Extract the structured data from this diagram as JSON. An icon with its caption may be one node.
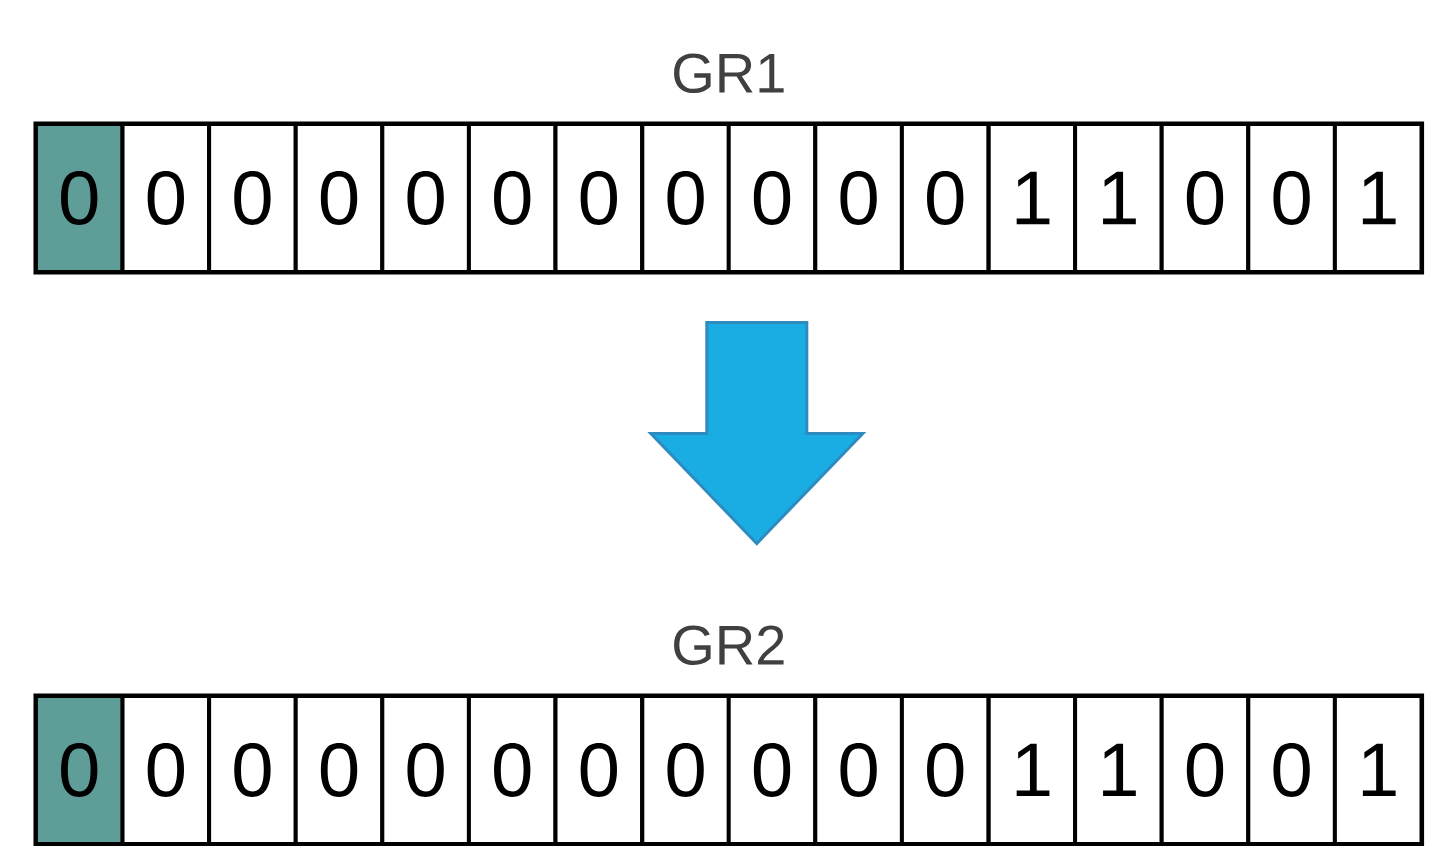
{
  "diagram": {
    "nodes": [
      {
        "text": [
          "GR1"
        ]
      },
      {
        "text": [
          "0"
        ],
        "in": 0
      },
      {
        "text": [
          "0"
        ],
        "in": 0
      },
      {
        "text": [
          "0"
        ],
        "in": 0
      },
      {
        "text": [
          "0"
        ],
        "in": 0
      },
      {
        "text": [
          "0"
        ],
        "in": 0
      },
      {
        "text": [
          "0"
        ],
        "in": 0
      },
      {
        "text": [
          "0"
        ],
        "in": 0
      },
      {
        "text": [
          "0"
        ],
        "in": 0
      },
      {
        "text": [
          "0"
        ],
        "in": 0
      },
      {
        "text": [
          "0"
        ],
        "in": 0
      },
      {
        "text": [
          "0"
        ],
        "in": 0
      },
      {
        "text": [
          "1"
        ],
        "in": 0
      },
      {
        "text": [
          "1"
        ],
        "in": 0
      },
      {
        "text": [
          "0"
        ],
        "in": 0
      },
      {
        "text": [
          "0"
        ],
        "in": 0
      },
      {
        "text": [
          "1"
        ],
        "in": 0
      },
      {
        "text": [
          "GR2"
        ]
      },
      {
        "text": [
          "0"
        ],
        "in": 17
      },
      {
        "text": [
          "0"
        ],
        "in": 17
      },
      {
        "text": [
          "0"
        ],
        "in": 17
      },
      {
        "text": [
          "0"
        ],
        "in": 17
      },
      {
        "text": [
          "0"
        ],
        "in": 17
      },
      {
        "text": [
          "0"
        ],
        "in": 17
      },
      {
        "text": [
          "0"
        ],
        "in": 17
      },
      {
        "text": [
          "0"
        ],
        "in": 17
      },
      {
        "text": [
          "0"
        ],
        "in": 17
      },
      {
        "text": [
          "0"
        ],
        "in": 17
      },
      {
        "text": [
          "0"
        ],
        "in": 17
      },
      {
        "text": [
          "1"
        ],
        "in": 17
      },
      {
        "text": [
          "1"
        ],
        "in": 17
      },
      {
        "text": [
          "0"
        ],
        "in": 17
      },
      {
        "text": [
          "0"
        ],
        "in": 17
      },
      {
        "text": [
          "1"
        ],
        "in": 17
      }
    ],
    "edges": [
      {
        "from": 0,
        "to": 17,
        "arrow": "to"
      }
    ]
  }
}
